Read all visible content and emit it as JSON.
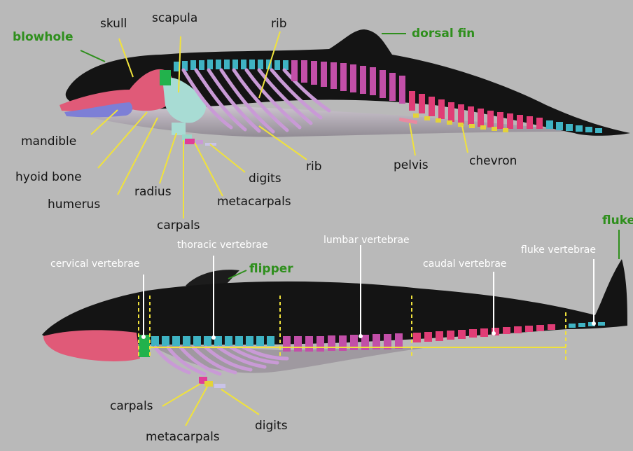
{
  "top_view": {
    "blowhole": "blowhole",
    "skull": "skull",
    "scapula": "scapula",
    "rib_upper": "rib",
    "dorsal_fin": "dorsal fin",
    "mandible": "mandible",
    "hyoid_bone": "hyoid bone",
    "humerus": "humerus",
    "radius": "radius",
    "digits": "digits",
    "metacarpals": "metacarpals",
    "carpals": "carpals",
    "rib_lower": "rib",
    "pelvis": "pelvis",
    "chevron": "chevron"
  },
  "bottom_view": {
    "fluke": "fluke",
    "cervical_vertebrae": "cervical vertebrae",
    "thoracic_vertebrae": "thoracic vertebrae",
    "lumbar_vertebrae": "lumbar vertebrae",
    "fluke_vertebrae": "fluke vertebrae",
    "caudal_vertebrae": "caudal vertebrae",
    "flipper": "flipper",
    "carpals": "carpals",
    "metacarpals": "metacarpals",
    "digits": "digits"
  },
  "colors": {
    "background": "#b9b9b9",
    "body": "#141414",
    "skull": "#e05a78",
    "mandible": "#7d7fd6",
    "scapula": "#a8dcd4",
    "rib": "#c99ad6",
    "vertebrae_thoracic": "#3fb3c3",
    "vertebrae_lumbar": "#c24fa8",
    "vertebrae_caudal": "#e03d76",
    "chevron": "#e3d23a",
    "green_label": "#2f8f1d",
    "leader_yellow": "#f0e23c"
  }
}
